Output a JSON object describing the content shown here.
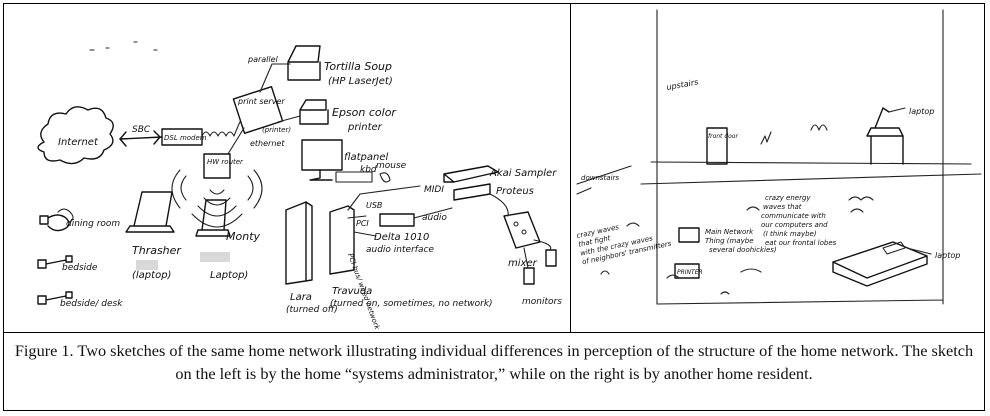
{
  "figure": {
    "caption": "Figure 1. Two sketches of the same home network illustrating individual differences in perception of the structure of the home network. The sketch on the left is by the home “systems administrator,” while on the right is by another home resident."
  },
  "left_sketch": {
    "internet": "Internet",
    "sbc": "SBC",
    "dsl_modem": "DSL modem",
    "parallel": "parallel",
    "printer1": "Tortilla Soup",
    "printer1_sub": "(HP LaserJet)",
    "print_server": "print server",
    "printer_link": "(printer)",
    "printer2": "Epson color",
    "printer2_sub": "printer",
    "ethernet": "ethernet",
    "router": "HW router",
    "flatpanel": "flatpanel",
    "kbd": "kbd",
    "mouse": "mouse",
    "midi": "MIDI",
    "akai": "Akai Sampler",
    "proteus": "Proteus",
    "usb": "USB",
    "pci": "PCI",
    "audio": "audio",
    "delta": "Delta 1010",
    "delta_sub": "audio interface",
    "pci_bus": "PCI bus/ wired network",
    "mixer": "mixer",
    "monitors": "monitors",
    "legend1": "dining room",
    "legend2": "bedside",
    "legend3": "bedside/ desk",
    "laptop1": "Thrasher",
    "laptop1_sub": "(laptop)",
    "laptop2": "Monty",
    "laptop2_sub": "Laptop)",
    "tower1": "Lara",
    "tower1_sub": "(turned off)",
    "tower2": "Travuda",
    "tower2_sub": "(turned on, sometimes, no network)"
  },
  "right_sketch": {
    "upstairs": "upstairs",
    "laptop_top": "laptop",
    "downstairs": "downstairs",
    "front_door": "front door",
    "crazy_waves": "crazy waves that fight with the crazy waves of neighbors' transmitters",
    "crazy_energy": "crazy energy waves that communicate with our computers and (I think maybe) eat our frontal lobes",
    "main_network": "Main Network Thing (maybe several doohickies)",
    "printer": "PRINTER",
    "laptop_bottom": "laptop"
  }
}
